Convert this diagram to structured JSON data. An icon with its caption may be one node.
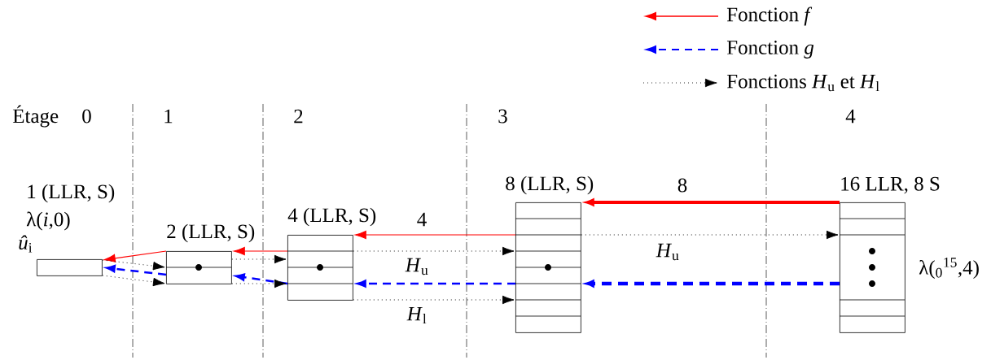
{
  "diagram": {
    "nodes": [
      {
        "text": [
          "1 (LLR, S)",
          "λ(*i*,0)"
        ],
        "beside": [
          "*û*$_{i}$"
        ]
      },
      {
        "text": [
          "2 (LLR, S)"
        ]
      },
      {
        "text": [
          "4 (LLR, S)"
        ]
      },
      {
        "text": [
          "8 (LLR, S)"
        ]
      },
      {
        "text": [
          "16 LLR, 8 S"
        ],
        "beside": [
          "λ($_{0}$$^{15}$,4)"
        ]
      }
    ],
    "edges": [
      {
        "from": 1,
        "to": 0,
        "arrow": "to",
        "color": "#ff0000"
      },
      {
        "from": 1,
        "to": 0,
        "arrow": "to",
        "style": "dashed",
        "color": "#0000ff"
      },
      {
        "from": 0,
        "to": 1,
        "arrow": "to",
        "style": "dashed"
      },
      {
        "from": 0,
        "to": 1,
        "arrow": "to",
        "style": "dashed"
      },
      {
        "from": 2,
        "to": 1,
        "arrow": "to",
        "color": "#ff0000"
      },
      {
        "from": 2,
        "to": 1,
        "arrow": "to",
        "style": "dashed",
        "color": "#0000ff"
      },
      {
        "from": 1,
        "to": 2,
        "arrow": "to",
        "style": "dashed"
      },
      {
        "from": 1,
        "to": 2,
        "arrow": "to",
        "style": "dashed"
      },
      {
        "from": 3,
        "to": 2,
        "arrow": "to",
        "label": "4",
        "color": "#ff0000"
      },
      {
        "from": 3,
        "to": 2,
        "arrow": "to",
        "style": "dashed",
        "color": "#0000ff"
      },
      {
        "from": 2,
        "to": 3,
        "arrow": "to",
        "label": "*H*$_{u}$",
        "style": "dashed"
      },
      {
        "from": 2,
        "to": 3,
        "arrow": "to",
        "label": "*H*$_{l}$",
        "style": "dashed"
      },
      {
        "from": 4,
        "to": 3,
        "arrow": "to",
        "label": "8",
        "style": "thick",
        "color": "#ff0000"
      },
      {
        "from": 4,
        "to": 3,
        "arrow": "to",
        "style": "dashed",
        "color": "#0000ff"
      },
      {
        "from": 3,
        "to": 4,
        "arrow": "to",
        "label": "*H*$_{u}$",
        "style": "dashed"
      }
    ],
    "labels": [
      "Étage",
      "0",
      "1",
      "2",
      "3",
      "4"
    ],
    "legend": [
      {
        "text": "Fonction *f*"
      },
      {
        "text": "Fonction *g*"
      },
      {
        "text": "Fonctions *H*$_{u}$ et *H*$_{l}$"
      }
    ]
  }
}
